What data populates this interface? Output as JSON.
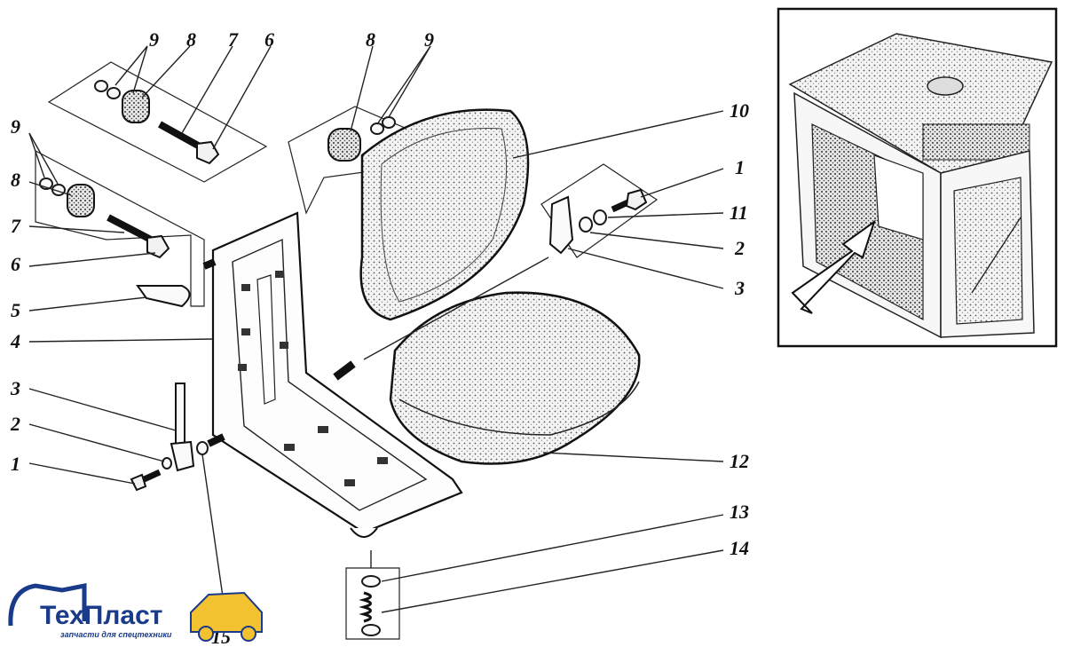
{
  "callouts": [
    "1",
    "2",
    "3",
    "4",
    "5",
    "6",
    "7",
    "8",
    "9",
    "10",
    "11",
    "12",
    "13",
    "14",
    "15"
  ],
  "logo": {
    "name": "ТехПласт",
    "tagline": "запчасти для спецтехники"
  },
  "colors": {
    "ink": "#1a1a1a",
    "logo_blue": "#1a3a8a",
    "logo_yellow": "#f2c230"
  }
}
